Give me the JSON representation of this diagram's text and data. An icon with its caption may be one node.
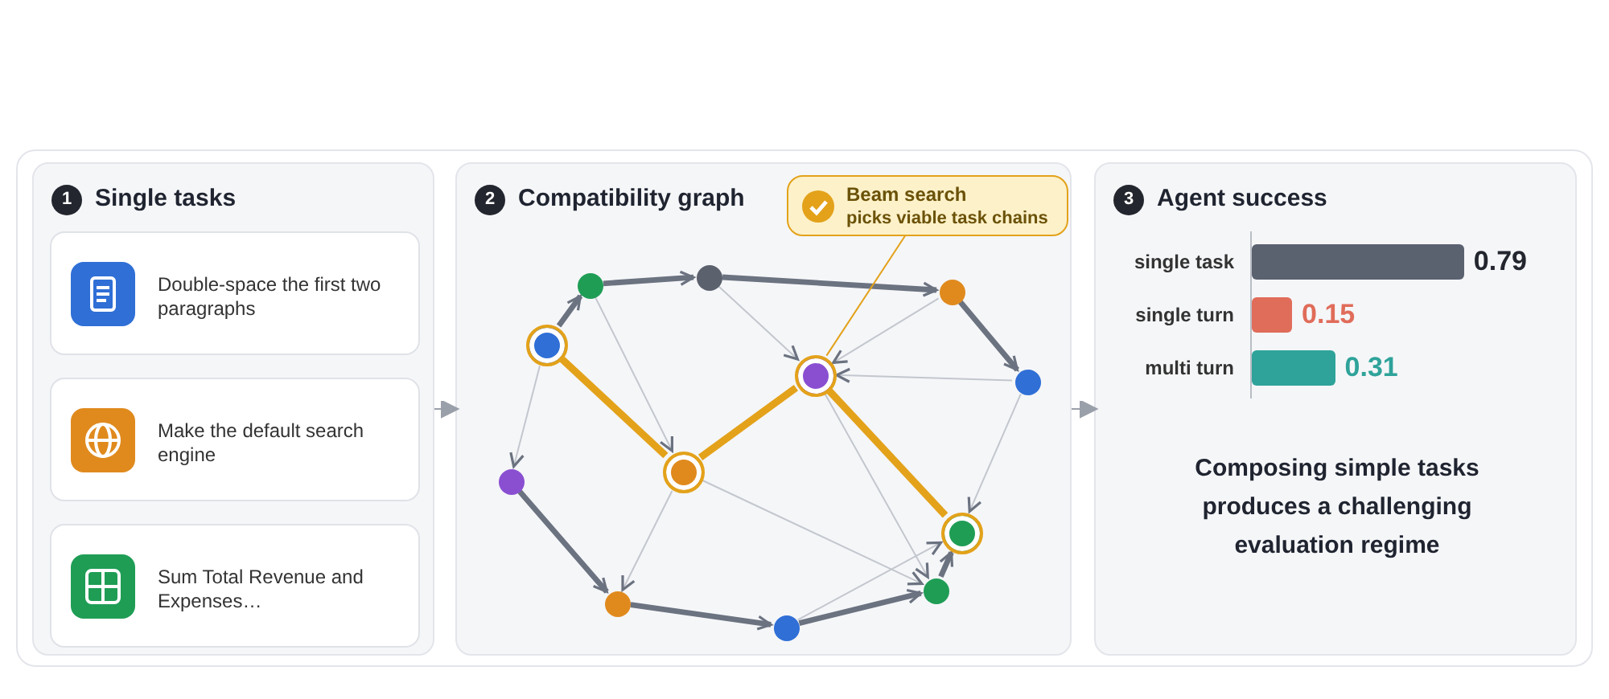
{
  "diagram": {
    "nodes": [
      {
        "text": [
          "1",
          "Single tasks"
        ]
      },
      {
        "text": [
          "Double-space the first two paragraphs"
        ],
        "in": 0
      },
      {
        "text": [
          "Make the default search engine"
        ],
        "in": 0
      },
      {
        "text": [
          "Sum Total Revenue and Expenses…"
        ],
        "in": 0
      },
      {
        "text": [
          "2",
          "Compatibility graph"
        ]
      },
      {
        "text": [
          "Beam search",
          "picks viable task chains"
        ],
        "in": 4
      },
      {
        "text": [],
        "shape": "circle",
        "in": 4
      },
      {
        "text": [],
        "shape": "circle",
        "in": 4
      },
      {
        "text": [],
        "shape": "circle",
        "in": 4
      },
      {
        "text": [],
        "shape": "circle",
        "in": 4
      },
      {
        "text": [],
        "shape": "circle",
        "in": 4
      },
      {
        "text": [],
        "shape": "circle",
        "in": 4
      },
      {
        "text": [],
        "shape": "circle",
        "in": 4
      },
      {
        "text": [],
        "shape": "circle",
        "in": 4
      },
      {
        "text": [],
        "shape": "circle",
        "in": 4
      },
      {
        "text": [],
        "shape": "circle",
        "in": 4
      },
      {
        "text": [],
        "shape": "circle",
        "in": 4
      },
      {
        "text": [],
        "shape": "circle",
        "in": 4
      },
      {
        "text": [
          "3",
          "Agent success"
        ]
      }
    ],
    "edges": [
      {
        "from": 0,
        "to": 4,
        "arrow": "to"
      },
      {
        "from": 4,
        "to": 18,
        "arrow": "to"
      },
      {
        "from": 9,
        "to": 7,
        "arrow": "to",
        "style": "thick",
        "color": "#6b7280"
      },
      {
        "from": 7,
        "to": 6,
        "arrow": "to",
        "style": "thick",
        "color": "#6b7280"
      },
      {
        "from": 6,
        "to": 8,
        "arrow": "to",
        "style": "thick",
        "color": "#6b7280"
      },
      {
        "from": 8,
        "to": 11,
        "arrow": "to",
        "style": "thick",
        "color": "#6b7280"
      },
      {
        "from": 13,
        "to": 16,
        "arrow": "to",
        "style": "thick",
        "color": "#6b7280"
      },
      {
        "from": 16,
        "to": 17,
        "arrow": "to",
        "style": "thick",
        "color": "#6b7280"
      },
      {
        "from": 17,
        "to": 15,
        "arrow": "to",
        "style": "thick",
        "color": "#6b7280"
      },
      {
        "from": 15,
        "to": 14,
        "arrow": "to",
        "style": "thick",
        "color": "#6b7280"
      },
      {
        "from": 6,
        "to": 10,
        "arrow": "to"
      },
      {
        "from": 8,
        "to": 10,
        "arrow": "to"
      },
      {
        "from": 11,
        "to": 10,
        "arrow": "to"
      },
      {
        "from": 7,
        "to": 12,
        "arrow": "to"
      },
      {
        "from": 9,
        "to": 13,
        "arrow": "to"
      },
      {
        "from": 12,
        "to": 16,
        "arrow": "to"
      },
      {
        "from": 12,
        "to": 15,
        "arrow": "to"
      },
      {
        "from": 10,
        "to": 15,
        "arrow": "to"
      },
      {
        "from": 11,
        "to": 14,
        "arrow": "to"
      },
      {
        "from": 17,
        "to": 14,
        "arrow": "to"
      },
      {
        "from": 9,
        "to": 12,
        "arrow": "none",
        "style": "thick",
        "color": "#e3a21a"
      },
      {
        "from": 12,
        "to": 10,
        "arrow": "none",
        "style": "thick",
        "color": "#e3a21a"
      },
      {
        "from": 10,
        "to": 14,
        "arrow": "none",
        "style": "thick",
        "color": "#e3a21a"
      },
      {
        "from": 5,
        "to": 10,
        "arrow": "none",
        "color": "#e3a21a"
      }
    ],
    "labels": [
      "Composing simple tasks produces a challenging evaluation regime"
    ],
    "chart_data": {
      "type": "bar",
      "orientation": "horizontal",
      "categories": [
        "single task",
        "single turn",
        "multi turn"
      ],
      "series": [
        {
          "color": "#5a6270",
          "values": [
            0.79,
            null,
            null
          ]
        },
        {
          "color": "#e06c5a",
          "values": [
            null,
            0.15,
            null
          ]
        },
        {
          "color": "#2fa39a",
          "values": [
            null,
            null,
            0.31
          ]
        }
      ],
      "data_labels": true
    }
  }
}
